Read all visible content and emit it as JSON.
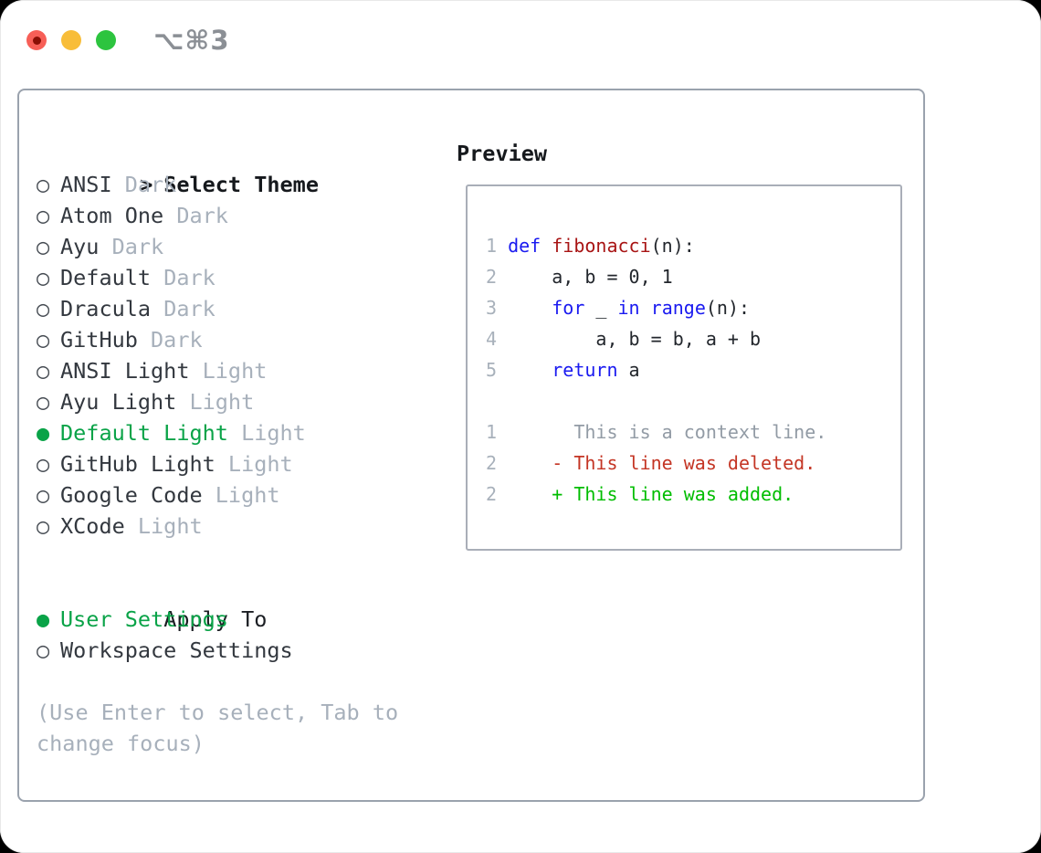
{
  "titlebar": {
    "shortcut": "⌥⌘3"
  },
  "glyphs": {
    "prompt": ">",
    "radio_selected": "●",
    "radio_unselected": "○"
  },
  "theme_panel": {
    "title": "Select Theme",
    "themes": [
      {
        "name": "ANSI",
        "variant": "Dark",
        "selected": false
      },
      {
        "name": "Atom One",
        "variant": "Dark",
        "selected": false
      },
      {
        "name": "Ayu",
        "variant": "Dark",
        "selected": false
      },
      {
        "name": "Default",
        "variant": "Dark",
        "selected": false
      },
      {
        "name": "Dracula",
        "variant": "Dark",
        "selected": false
      },
      {
        "name": "GitHub",
        "variant": "Dark",
        "selected": false
      },
      {
        "name": "ANSI Light",
        "variant": "Light",
        "selected": false
      },
      {
        "name": "Ayu Light",
        "variant": "Light",
        "selected": false
      },
      {
        "name": "Default Light",
        "variant": "Light",
        "selected": true
      },
      {
        "name": "GitHub Light",
        "variant": "Light",
        "selected": false
      },
      {
        "name": "Google Code",
        "variant": "Light",
        "selected": false
      },
      {
        "name": "XCode",
        "variant": "Light",
        "selected": false
      }
    ],
    "apply_to": {
      "title": "Apply To",
      "options": [
        {
          "label": "User Settings",
          "selected": true
        },
        {
          "label": "Workspace Settings",
          "selected": false
        }
      ]
    },
    "help_lines": [
      "(Use Enter to select, Tab to",
      "change focus)"
    ]
  },
  "preview": {
    "title": "Preview",
    "code_lines": [
      {
        "num": "1",
        "tokens": [
          [
            "kw",
            "def"
          ],
          [
            "pl",
            " "
          ],
          [
            "fn",
            "fibonacci"
          ],
          [
            "pl",
            "(n):"
          ]
        ]
      },
      {
        "num": "2",
        "tokens": [
          [
            "pl",
            "    a, b = 0, 1"
          ]
        ]
      },
      {
        "num": "3",
        "tokens": [
          [
            "pl",
            "    "
          ],
          [
            "kw",
            "for"
          ],
          [
            "pl",
            " _ "
          ],
          [
            "kw",
            "in"
          ],
          [
            "pl",
            " "
          ],
          [
            "kw",
            "range"
          ],
          [
            "pl",
            "(n):"
          ]
        ]
      },
      {
        "num": "4",
        "tokens": [
          [
            "pl",
            "        a, b = b, a + b"
          ]
        ]
      },
      {
        "num": "5",
        "tokens": [
          [
            "pl",
            "    "
          ],
          [
            "kw",
            "return"
          ],
          [
            "pl",
            " a"
          ]
        ]
      }
    ],
    "diff_lines": [
      {
        "num": "1",
        "type": "context",
        "marker": " ",
        "text": "This is a context line."
      },
      {
        "num": "2",
        "type": "deleted",
        "marker": "-",
        "text": "This line was deleted."
      },
      {
        "num": "2",
        "type": "added",
        "marker": "+",
        "text": "This line was added."
      }
    ]
  },
  "colors": {
    "selected_green": "#0aa348",
    "added_green": "#00bd00",
    "deleted_red": "#c43524",
    "keyword_blue": "#1a1af0",
    "function_red": "#a81414",
    "muted_gray": "#a7b0bb",
    "context_gray": "#929ba5",
    "line_number_gray": "#a8b1bb",
    "text_dark": "#33383f",
    "panel_border_gray": "#9aa2ad",
    "preview_border_gray": "#a9aeb8",
    "traffic_red": "#f75f57",
    "traffic_yellow": "#f8bd39",
    "traffic_green": "#2dc43f"
  }
}
